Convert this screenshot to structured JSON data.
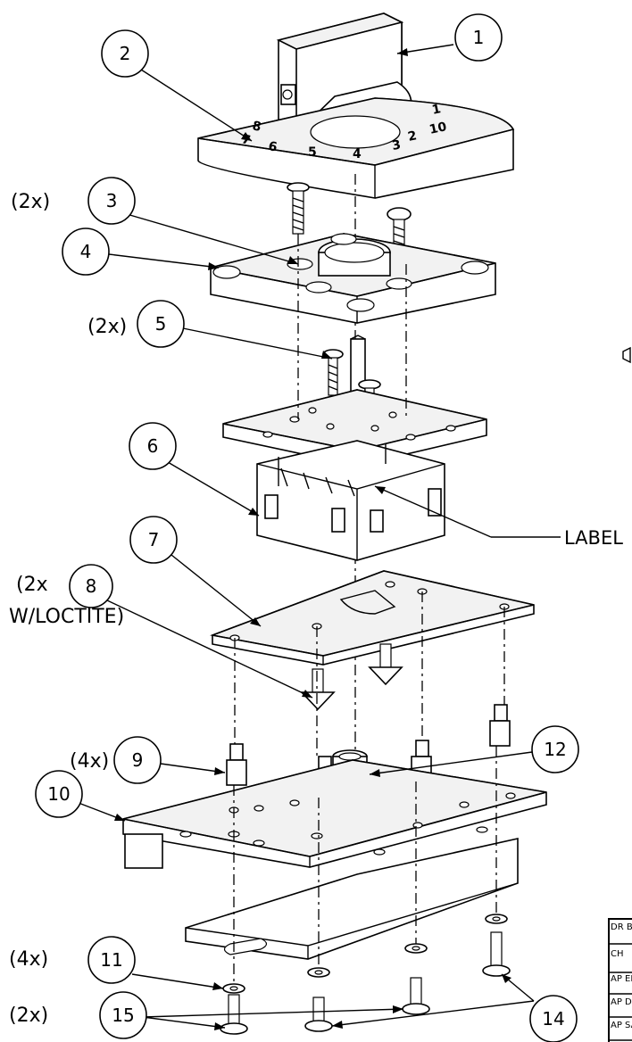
{
  "callouts": [
    {
      "number": "1"
    },
    {
      "number": "2"
    },
    {
      "number": "3",
      "quantity": "(2x)"
    },
    {
      "number": "4"
    },
    {
      "number": "5",
      "quantity": "(2x)"
    },
    {
      "number": "6"
    },
    {
      "number": "7"
    },
    {
      "number": "8",
      "quantity": "(2x",
      "note": "W/LOCTITE)"
    },
    {
      "number": "9",
      "quantity": "(4x)"
    },
    {
      "number": "10"
    },
    {
      "number": "11",
      "quantity": "(4x)"
    },
    {
      "number": "12"
    },
    {
      "number": "14"
    },
    {
      "number": "15",
      "quantity": "(2x)"
    }
  ],
  "label_text": "LABEL",
  "dial_numbers": [
    "8",
    "1",
    "7",
    "6",
    "5",
    "4",
    "3",
    "2",
    "10"
  ],
  "title_block": {
    "rows": [
      "DR BY",
      "CH",
      "AP EN",
      "AP DE",
      "AP SA"
    ]
  }
}
